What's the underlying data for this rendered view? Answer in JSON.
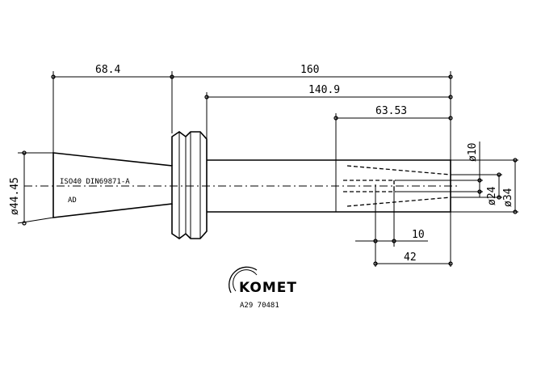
{
  "dimensions": {
    "gauge_length": "68.4",
    "overall_length": "160",
    "shank_length": "140.9",
    "bore_depth": "63.53",
    "flange_dia": "ø44.45",
    "d10": "ø10",
    "d24": "ø24",
    "d34": "ø34",
    "len10": "10",
    "len42": "42"
  },
  "labels": {
    "taper_spec": "ISO40 DIN69871-A",
    "taper_code": "AD"
  },
  "logo": {
    "brand": "KOMET",
    "part_number": "A29 70481"
  }
}
